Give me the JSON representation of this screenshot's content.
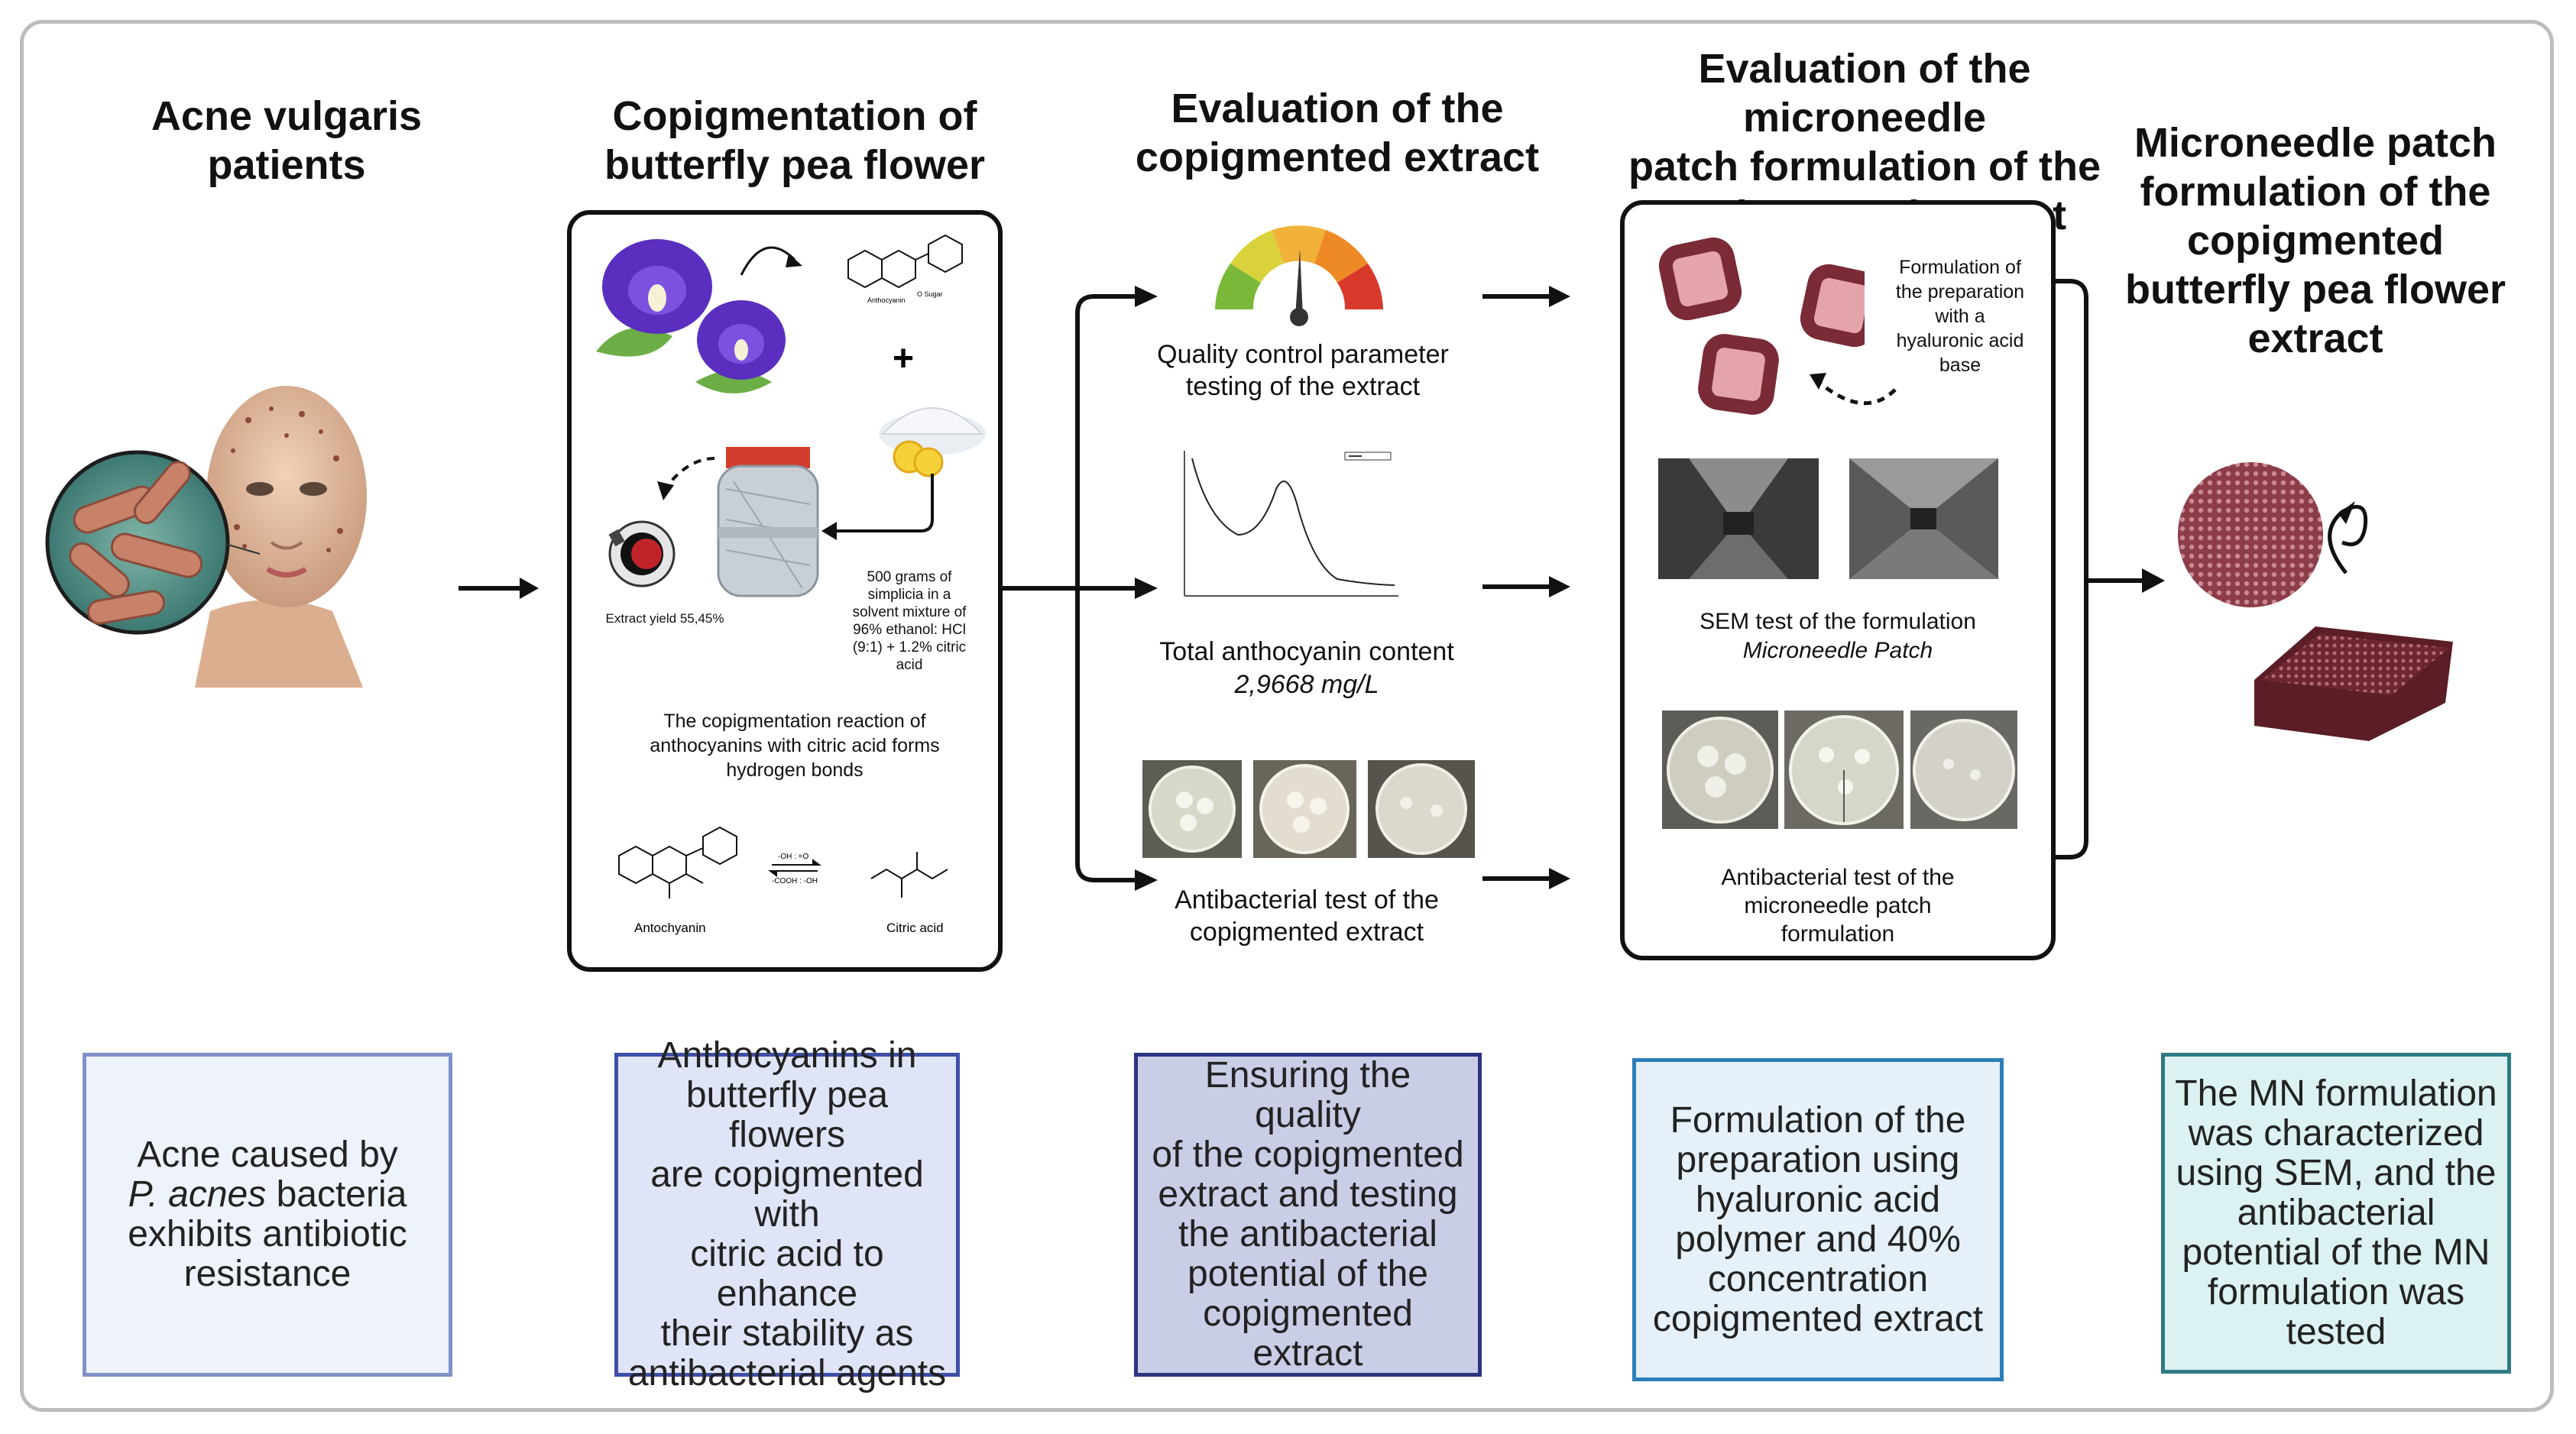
{
  "colors": {
    "frame": "#bdbdbd",
    "box1_bg": "#eef2fa",
    "box1_border": "#7f91c9",
    "box2_bg": "#dfe4f6",
    "box2_border": "#3e4fa8",
    "box3_bg": "#c9cde6",
    "box3_border": "#2b3580",
    "box4_bg": "#e5f0f8",
    "box4_border": "#2d7db8",
    "box5_bg": "#dcf1f2",
    "box5_border": "#2e7a86"
  },
  "titles": {
    "t1": "Acne vulgaris\npatients",
    "t2": "Copigmentation of\nbutterfly pea flower",
    "t3": "Evaluation of the\ncopigmented extract",
    "t4": "Evaluation of the microneedle\npatch formulation of the\ncopigmented extract",
    "t5": "Microneedle patch\nformulation of the\ncopigmented\nbutterfly pea flower\nextract"
  },
  "copig": {
    "anthocyanin_label": "Anthocyanin",
    "sugar_label": "O Sugar",
    "plus": "+",
    "simplicia_text": "500 grams of\nsimplicia in a\nsolvent mixture of\n96% ethanol: HCl\n(9:1) + 1.2% citric\nacid",
    "yield_text": "Extract yield 55,45%",
    "reaction_text": "The copigmentation reaction of\nanthocyanins with citric acid forms\nhydrogen bonds",
    "antochyanin_label": "Antochyanin",
    "citric_label": "Citric acid",
    "arrow_top": "-OH : =O",
    "arrow_bottom": "-COOH : -OH"
  },
  "evaluation": {
    "quality_text": "Quality control parameter\ntesting of the extract",
    "anthocyanin_text": "Total anthocyanin content",
    "anthocyanin_value": "2,9668 mg/L",
    "antibacterial_text": "Antibacterial test of the\ncopigmented extract"
  },
  "mn_eval": {
    "formulation_text": "Formulation of\nthe preparation\nwith a\nhyaluronic acid\nbase",
    "sem_text": "SEM test of the formulation",
    "sem_italic": "Microneedle Patch",
    "antibacterial_text": "Antibacterial test of the\nmicroneedle patch\nformulation"
  },
  "summaries": {
    "s1_line1": "Acne caused by",
    "s1_italic": "P. acnes",
    "s1_rest": " bacteria\nexhibits antibiotic\nresistance",
    "s2": "Anthocyanins in\nbutterfly pea flowers\nare copigmented with\ncitric acid to enhance\ntheir stability as\nantibacterial agents",
    "s3": "Ensuring the quality\nof the copigmented\nextract and testing\nthe antibacterial\npotential of the\ncopigmented extract",
    "s4": "Formulation of the\npreparation using\nhyaluronic acid\npolymer and 40%\nconcentration\ncopigmented extract",
    "s5": "The MN formulation\nwas characterized\nusing SEM, and the\nantibacterial\npotential of the MN\nformulation was\ntested"
  }
}
